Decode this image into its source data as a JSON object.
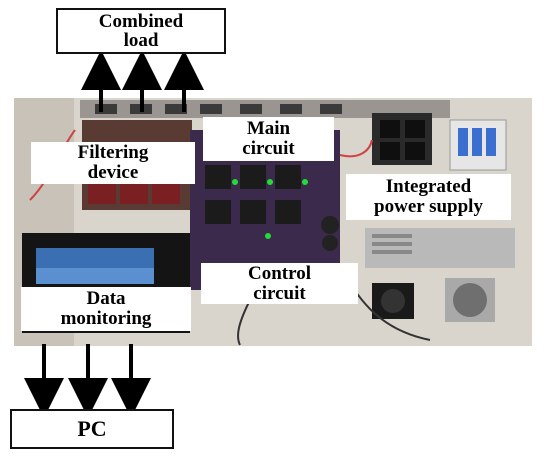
{
  "boxes": {
    "combined_load": "Combined\nload",
    "pc": "PC"
  },
  "labels": {
    "filtering_device": "Filtering\ndevice",
    "main_circuit": "Main\ncircuit",
    "integrated_power_supply": "Integrated\npower supply",
    "control_circuit": "Control\ncircuit",
    "data_monitoring": "Data\nmonitoring"
  },
  "colors": {
    "board_pcb": "#3a2a4a",
    "panel_bg": "#d8d2ca",
    "led_green": "#22dd33",
    "screen_blue": "#3a6fb4",
    "arrow": "#000000"
  }
}
